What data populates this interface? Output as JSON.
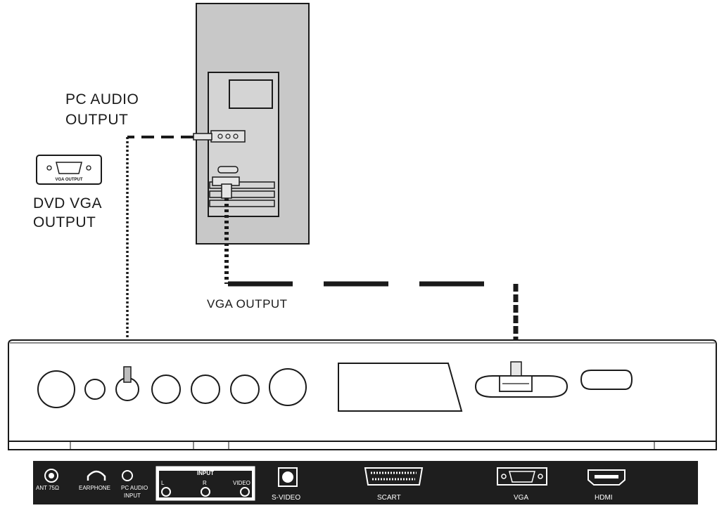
{
  "labels": {
    "pc_audio_output_line1": "PC AUDIO",
    "pc_audio_output_line2": "OUTPUT",
    "dvd_vga_output_line1": "DVD VGA",
    "dvd_vga_output_line2": "OUTPUT",
    "dvd_connector_caption": "VGA OUTPUT",
    "vga_output": "VGA OUTPUT"
  },
  "panel_strip": {
    "ant": "ANT 75Ω",
    "earphone": "EARPHONE",
    "pc_audio_line1": "PC AUDIO",
    "pc_audio_line2": "INPUT",
    "input_title": "INPUT",
    "input_l": "L",
    "input_r": "R",
    "input_video": "VIDEO",
    "svideo": "S-VIDEO",
    "scart": "SCART",
    "vga": "VGA",
    "hdmi": "HDMI"
  },
  "colors": {
    "ink": "#1a1a1a",
    "pc_case": "#c8c8c8",
    "strip_bg": "#1e1e1e"
  }
}
